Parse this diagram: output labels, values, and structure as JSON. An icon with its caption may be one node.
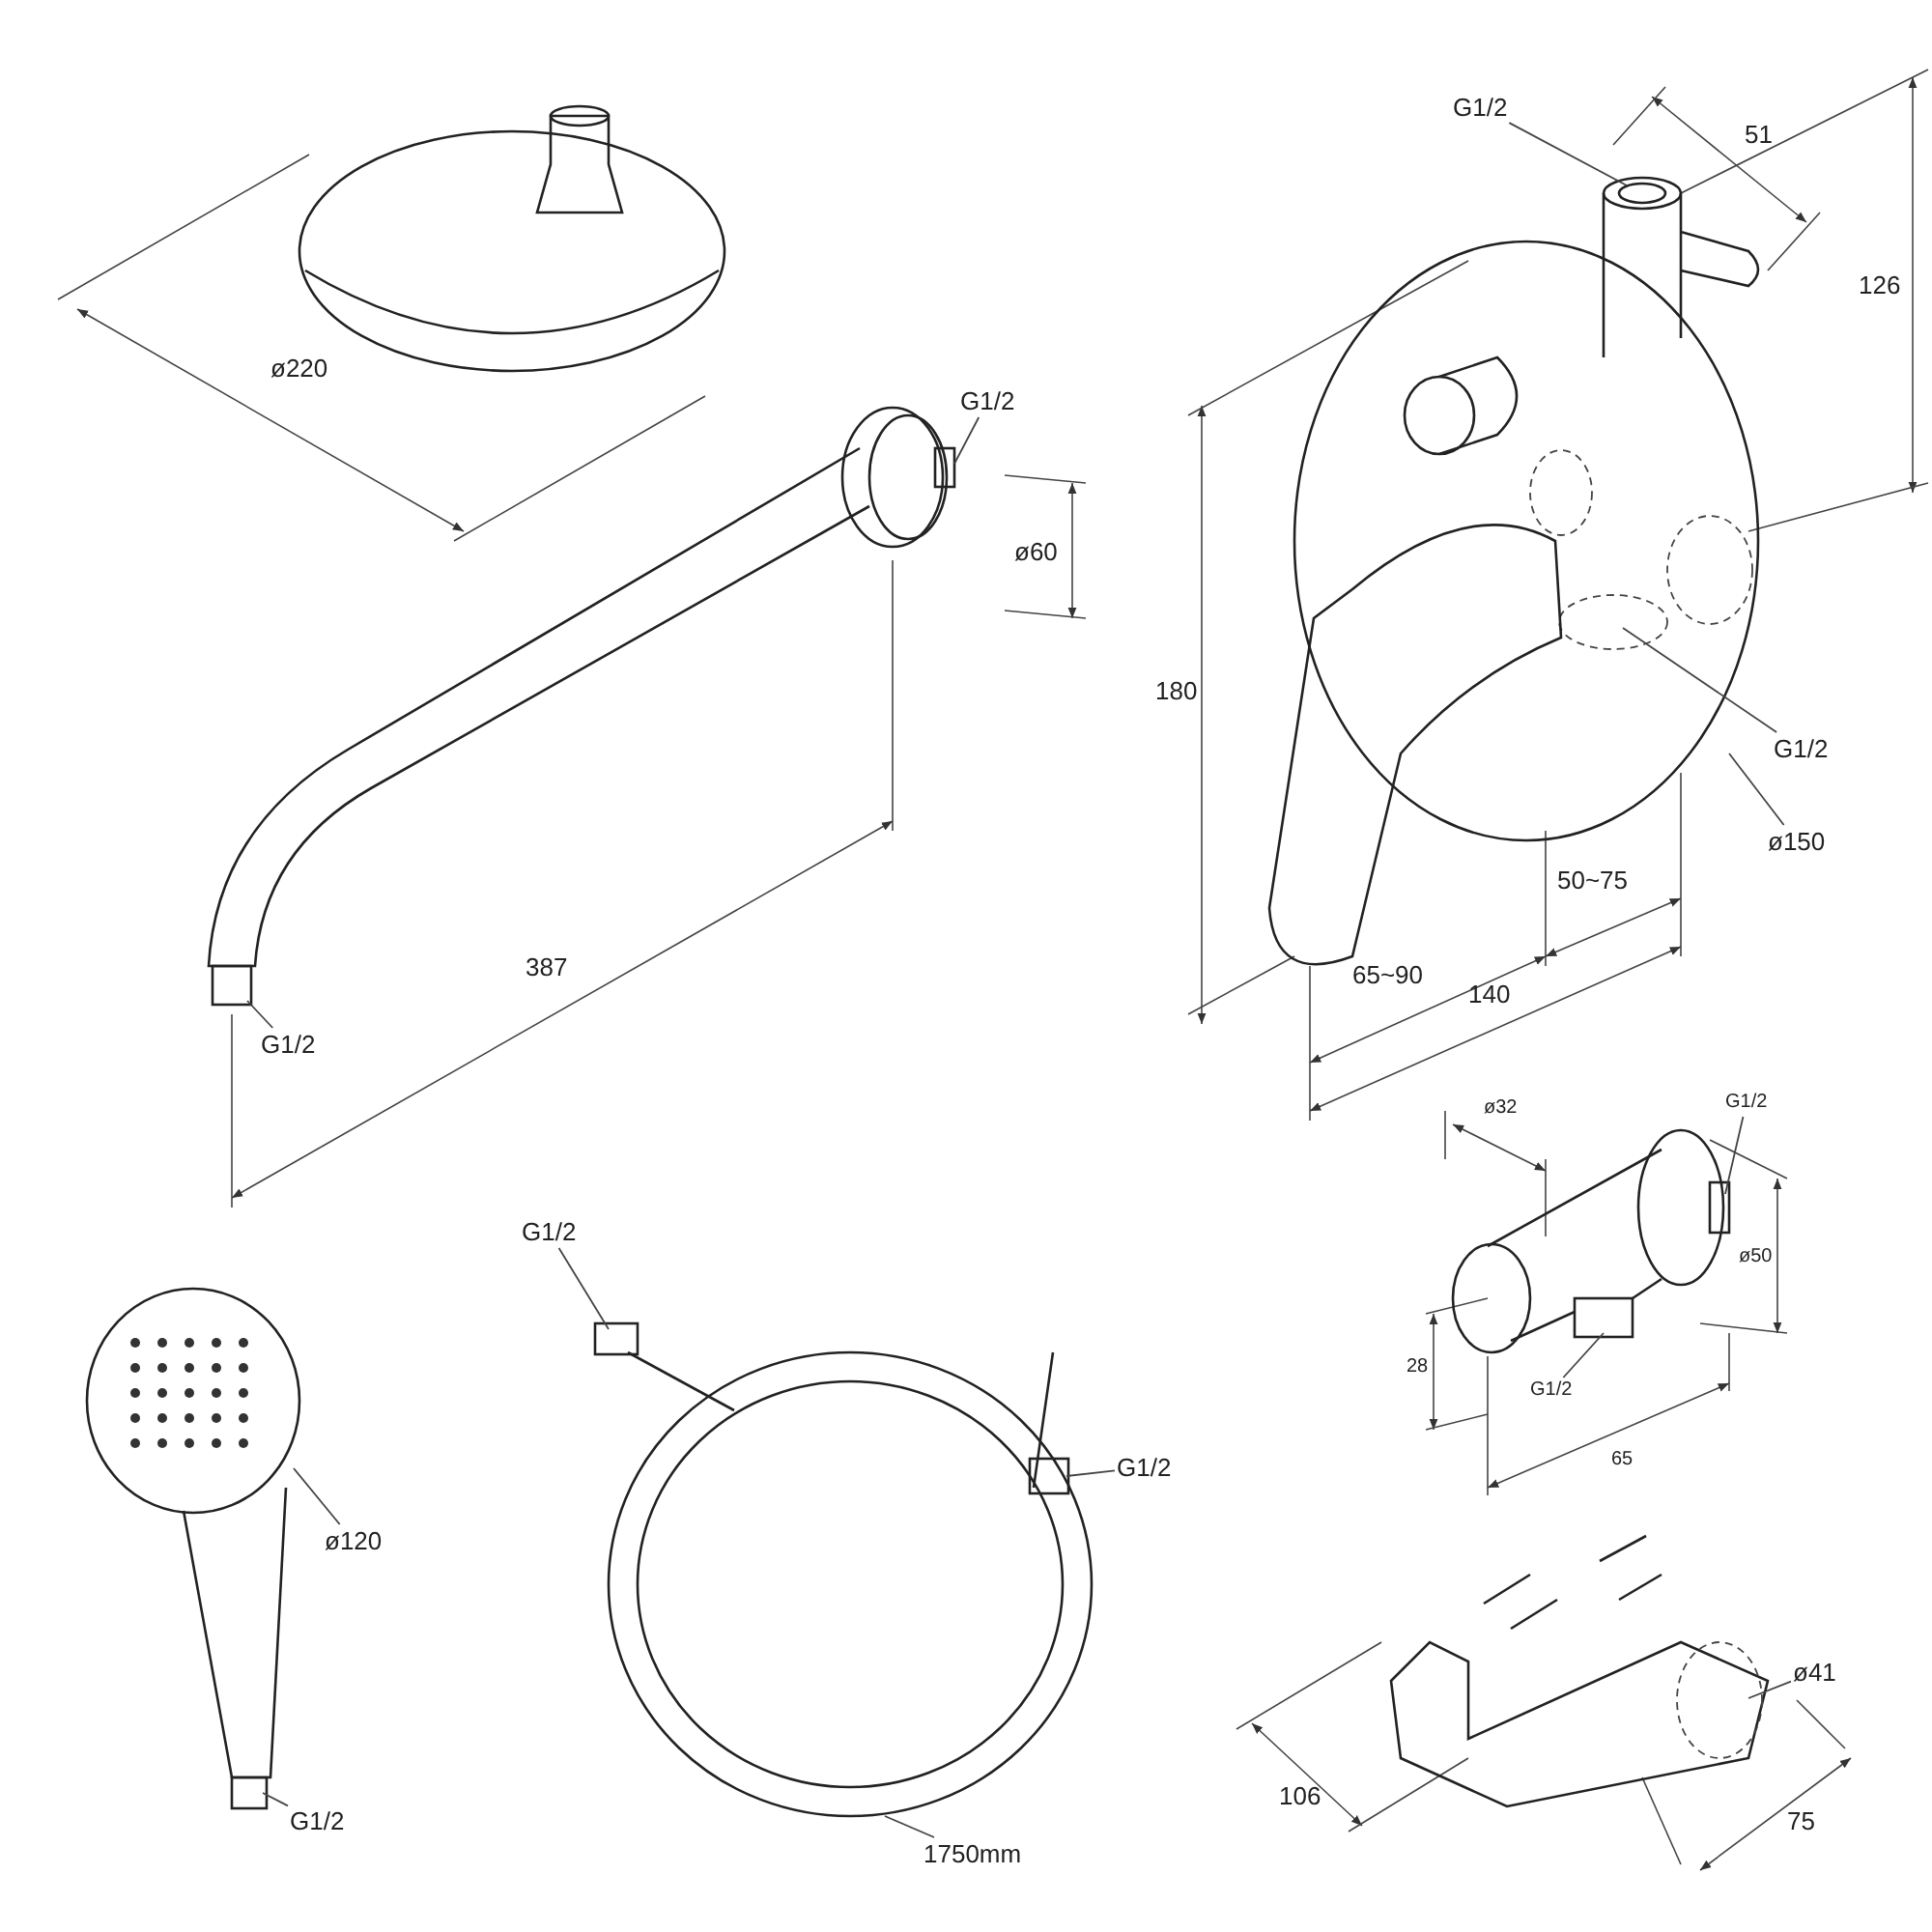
{
  "diagram": {
    "nodes": [
      {
        "text": [],
        "shape": "picture"
      },
      {
        "text": [],
        "shape": "picture"
      },
      {
        "text": [],
        "shape": "picture"
      },
      {
        "text": [],
        "shape": "picture"
      },
      {
        "text": [],
        "shape": "picture"
      },
      {
        "text": [],
        "shape": "picture"
      },
      {
        "text": [
          "G1/2"
        ]
      },
      {
        "text": [
          "G1/2"
        ]
      },
      {
        "text": [
          "G1/2"
        ]
      },
      {
        "text": [
          "G1/2"
        ]
      },
      {
        "text": [
          "ø150"
        ]
      },
      {
        "text": [
          "G1/2"
        ]
      },
      {
        "text": [
          "G1/2"
        ]
      },
      {
        "text": [
          "ø120"
        ]
      },
      {
        "text": [
          "G1/2"
        ]
      },
      {
        "text": [
          "G1/2"
        ]
      },
      {
        "text": [
          "G1/2"
        ]
      },
      {
        "text": [
          "1750mm"
        ]
      },
      {
        "text": [
          "ø41"
        ]
      }
    ],
    "edges": [
      {
        "from": 6,
        "to": 0,
        "arrow": "none"
      },
      {
        "from": 7,
        "to": 0,
        "arrow": "none"
      },
      {
        "from": 8,
        "to": 1,
        "arrow": "none"
      },
      {
        "from": 9,
        "to": 1,
        "arrow": "none"
      },
      {
        "from": 10,
        "to": 1,
        "arrow": "none"
      },
      {
        "from": 11,
        "to": 2,
        "arrow": "none"
      },
      {
        "from": 12,
        "to": 2,
        "arrow": "none"
      },
      {
        "from": 13,
        "to": 3,
        "arrow": "none"
      },
      {
        "from": 14,
        "to": 3,
        "arrow": "none"
      },
      {
        "from": 15,
        "to": 4,
        "arrow": "none"
      },
      {
        "from": 16,
        "to": 4,
        "arrow": "none"
      },
      {
        "from": 17,
        "to": 4,
        "arrow": "none"
      },
      {
        "from": 18,
        "to": 5,
        "arrow": "none"
      }
    ],
    "labels": [
      "ø220",
      "ø60",
      "387",
      "51",
      "126",
      "180",
      "65~90",
      "50~75",
      "140",
      "ø32",
      "ø50",
      "28",
      "65",
      "106",
      "75"
    ]
  }
}
